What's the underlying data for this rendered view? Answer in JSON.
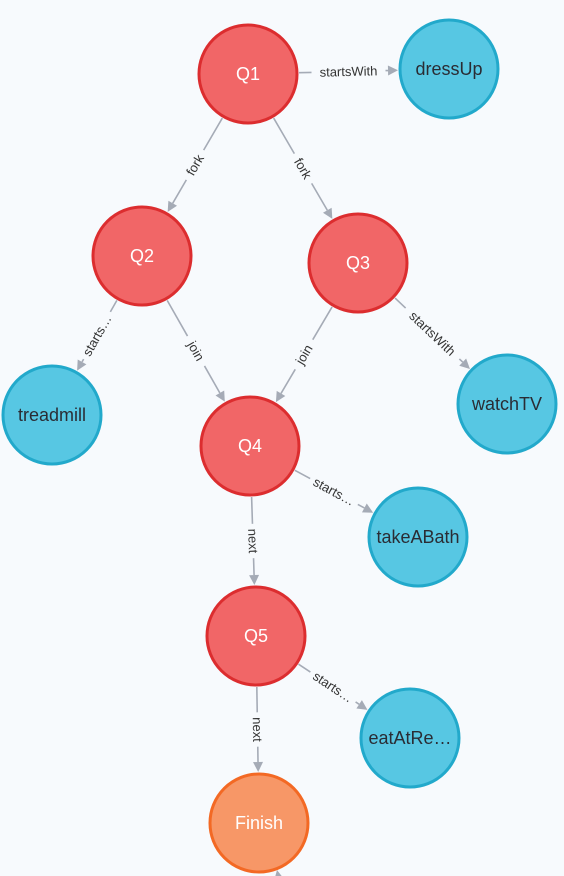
{
  "colors": {
    "task_fill": "#f16667",
    "task_stroke": "#dc2d2f",
    "activity_fill": "#57c7e3",
    "activity_stroke": "#22a9cb",
    "finish_fill": "#f79767",
    "finish_stroke": "#f36924",
    "edge": "#a5abb6",
    "background": "#f7fafd"
  },
  "nodes": [
    {
      "id": "Q1",
      "label": "Q1",
      "kind": "task"
    },
    {
      "id": "dressUp",
      "label": "dressUp",
      "kind": "activity"
    },
    {
      "id": "Q2",
      "label": "Q2",
      "kind": "task"
    },
    {
      "id": "Q3",
      "label": "Q3",
      "kind": "task"
    },
    {
      "id": "treadmill",
      "label": "treadmill",
      "kind": "activity"
    },
    {
      "id": "watchTV",
      "label": "watchTV",
      "kind": "activity"
    },
    {
      "id": "Q4",
      "label": "Q4",
      "kind": "task"
    },
    {
      "id": "takeABath",
      "label": "takeABath",
      "kind": "activity"
    },
    {
      "id": "Q5",
      "label": "Q5",
      "kind": "task"
    },
    {
      "id": "eatAtRe",
      "label": "eatAtRe…",
      "kind": "activity"
    },
    {
      "id": "Finish",
      "label": "Finish",
      "kind": "finish"
    }
  ],
  "edges": [
    {
      "from": "Q1",
      "to": "dressUp",
      "label": "startsWith"
    },
    {
      "from": "Q1",
      "to": "Q2",
      "label": "fork"
    },
    {
      "from": "Q1",
      "to": "Q3",
      "label": "fork"
    },
    {
      "from": "Q2",
      "to": "treadmill",
      "label": "starts…"
    },
    {
      "from": "Q2",
      "to": "Q4",
      "label": "join"
    },
    {
      "from": "Q3",
      "to": "Q4",
      "label": "join"
    },
    {
      "from": "Q3",
      "to": "watchTV",
      "label": "startsWith"
    },
    {
      "from": "Q4",
      "to": "takeABath",
      "label": "starts…"
    },
    {
      "from": "Q4",
      "to": "Q5",
      "label": "next"
    },
    {
      "from": "Q5",
      "to": "eatAtRe",
      "label": "starts…"
    },
    {
      "from": "Q5",
      "to": "Finish",
      "label": "next"
    }
  ]
}
